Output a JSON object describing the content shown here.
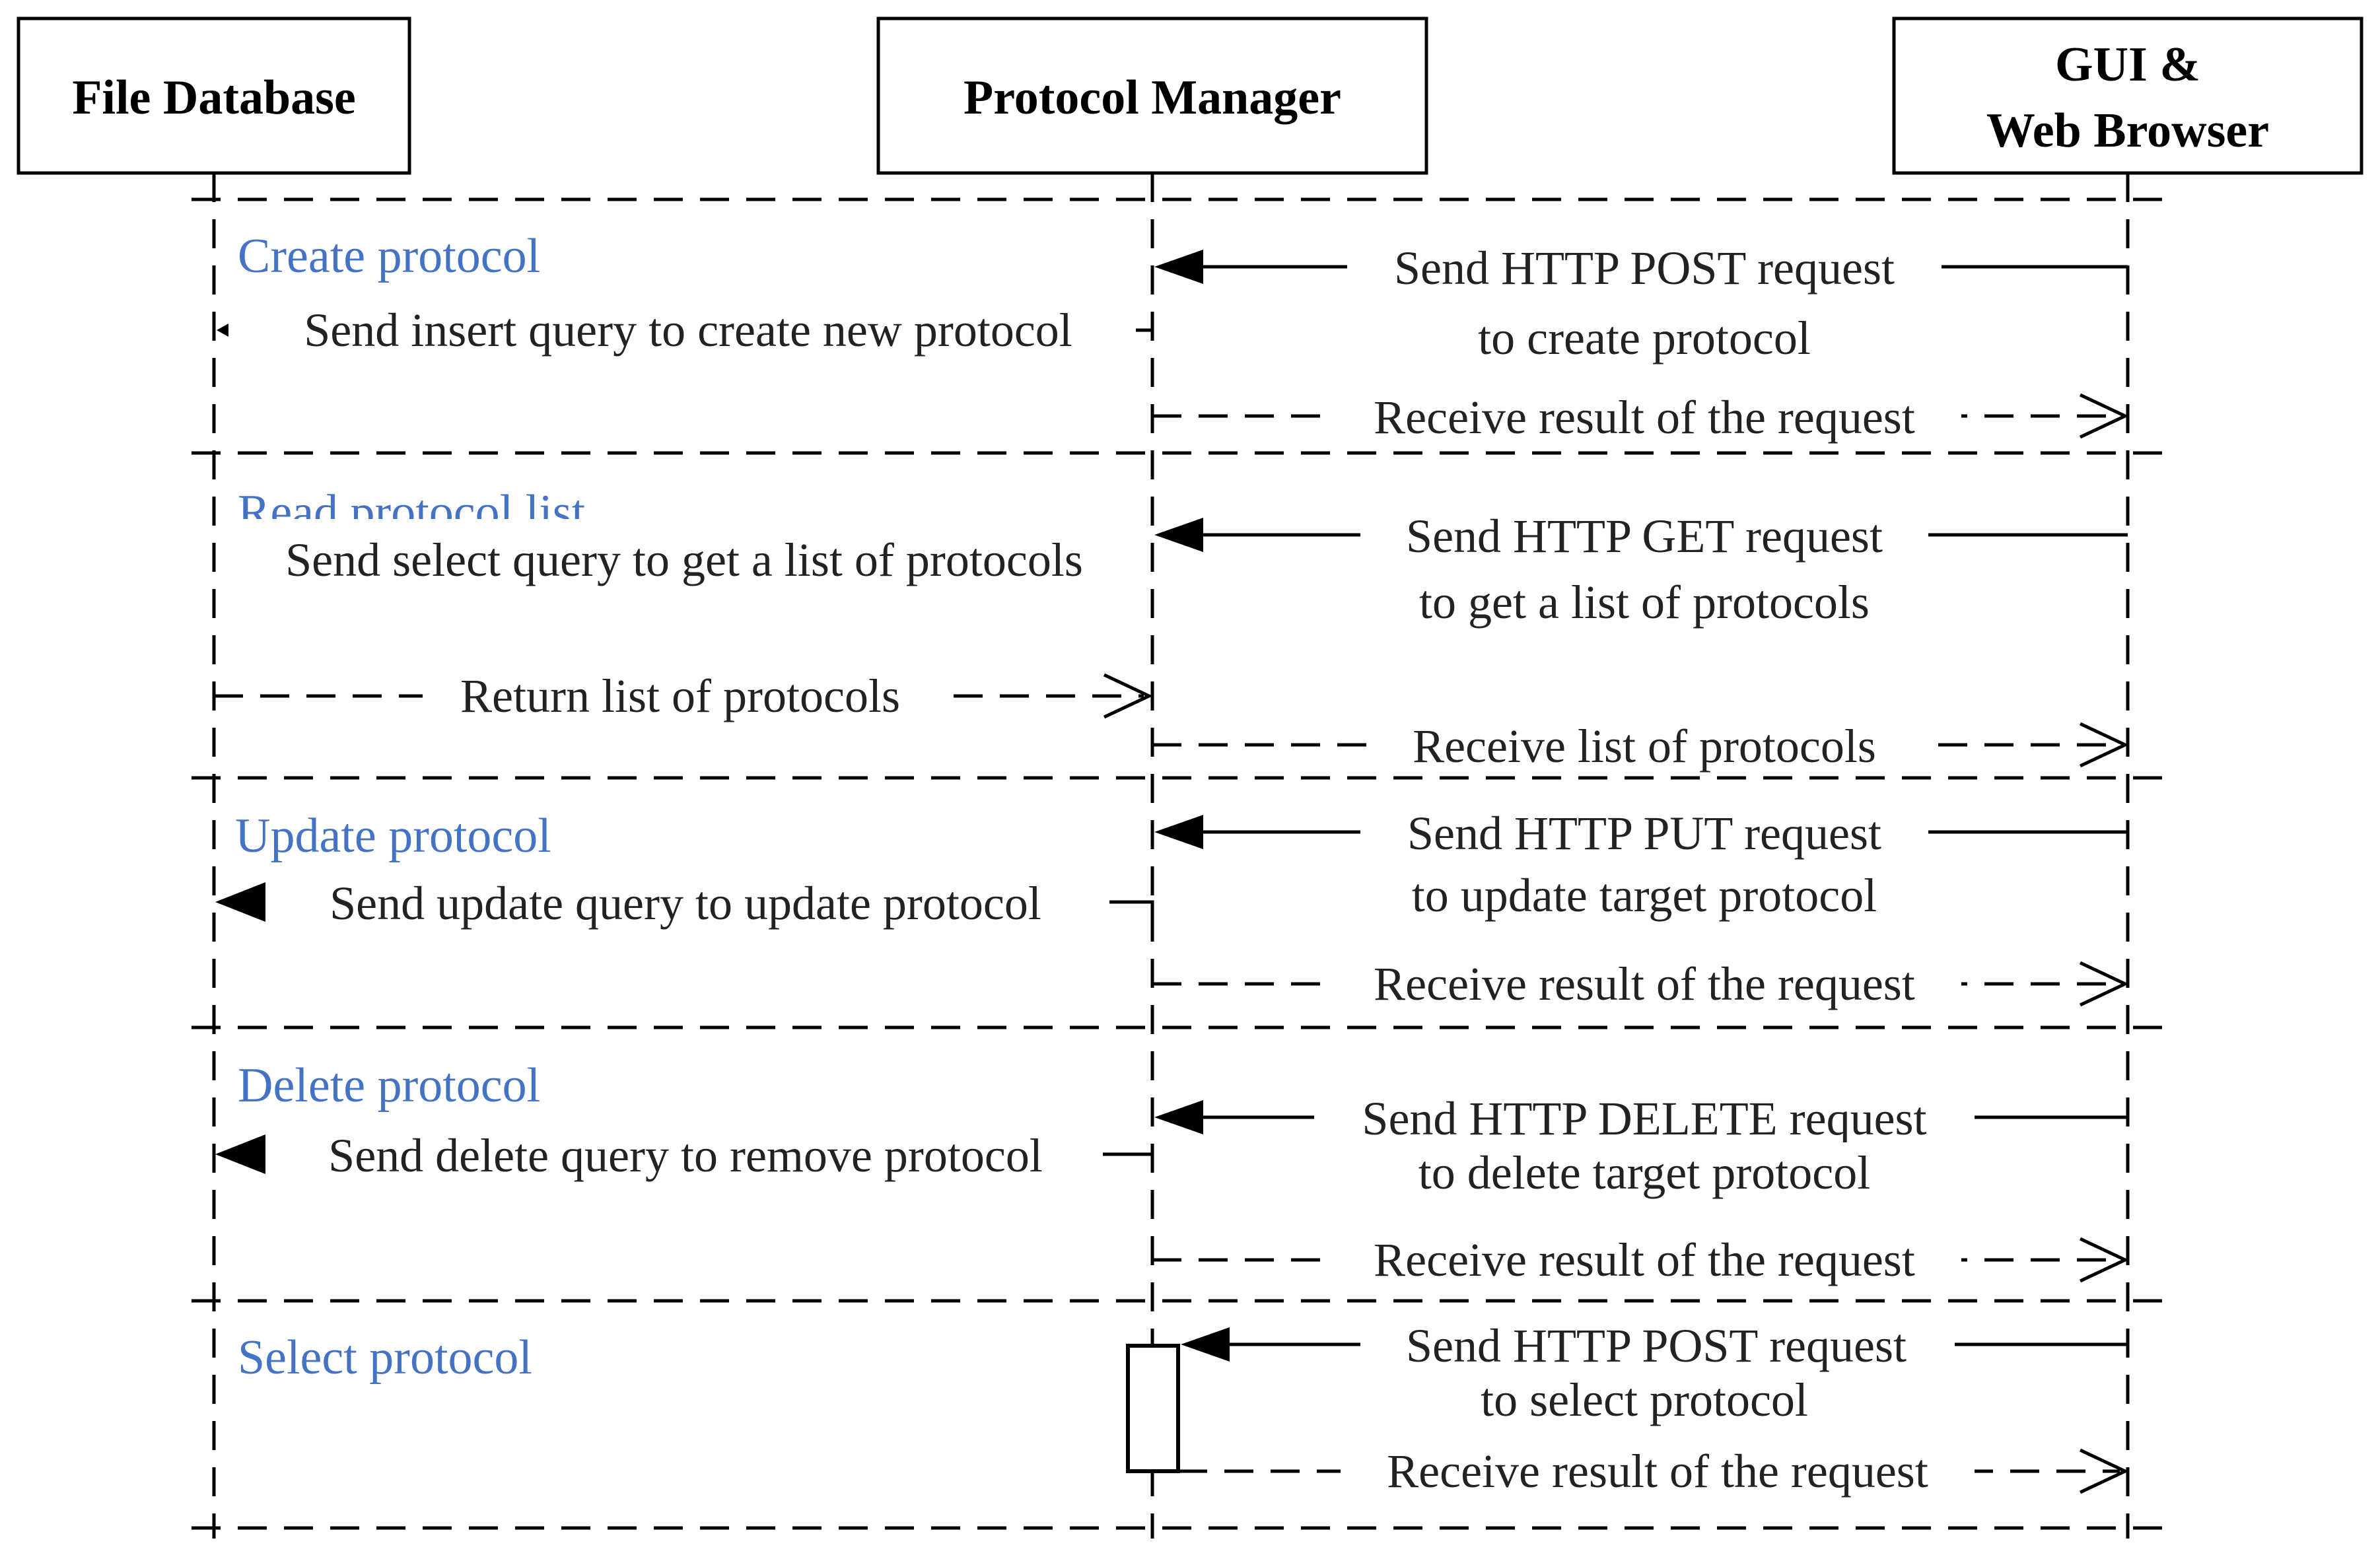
{
  "actors": {
    "file_db": "File Database",
    "protocol_manager": "Protocol Manager",
    "gui_line1": "GUI &",
    "gui_line2": "Web Browser"
  },
  "sections": {
    "create": {
      "title": "Create protocol",
      "post_line1": "Send HTTP POST request",
      "post_line2": "to create protocol",
      "insert": "Send insert query to create new protocol",
      "result": "Receive result of the request"
    },
    "read": {
      "title": "Read protocol list",
      "select_query": "Send select query to get a list of protocols",
      "get_line1": "Send HTTP GET request",
      "get_line2": "to get a list of protocols",
      "return_list": "Return list of protocols",
      "receive_list": "Receive list of protocols"
    },
    "update": {
      "title": "Update protocol",
      "put_line1": "Send HTTP PUT request",
      "put_line2": "to update target protocol",
      "update_query": "Send update query  to update protocol",
      "result": "Receive result of the request"
    },
    "delete": {
      "title": "Delete protocol",
      "delete_line1": "Send HTTP DELETE request",
      "delete_line2": "to delete target protocol",
      "delete_query": "Send delete query to remove protocol",
      "result": "Receive result of the request"
    },
    "select": {
      "title": "Select protocol",
      "post_line1": "Send HTTP POST request",
      "post_line2": "to select protocol",
      "result": "Receive result of the request"
    }
  }
}
